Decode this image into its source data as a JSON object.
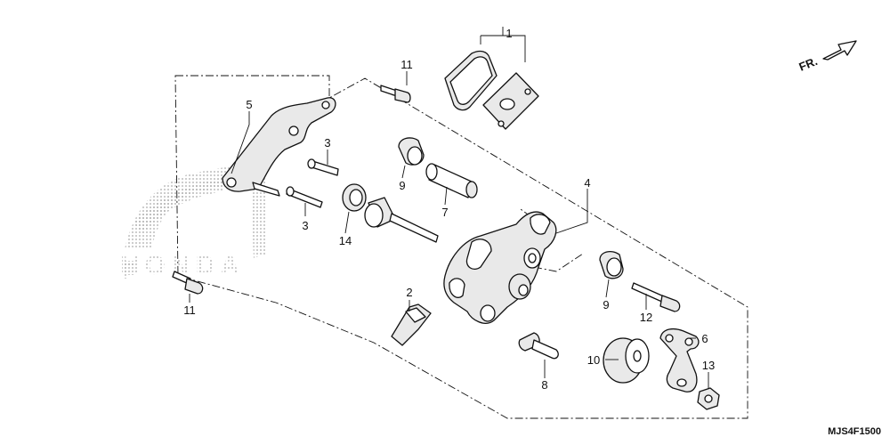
{
  "diagram": {
    "direction_label": "FR.",
    "figure_code": "MJS4F1500",
    "watermark_brand": "HONDA",
    "callouts": {
      "c1": "1",
      "c2": "2",
      "c3a": "3",
      "c3b": "3",
      "c4": "4",
      "c5": "5",
      "c6": "6",
      "c7": "7",
      "c8": "8",
      "c9a": "9",
      "c9b": "9",
      "c10": "10",
      "c11a": "11",
      "c11b": "11",
      "c12": "12",
      "c13": "13",
      "c14": "14"
    }
  }
}
